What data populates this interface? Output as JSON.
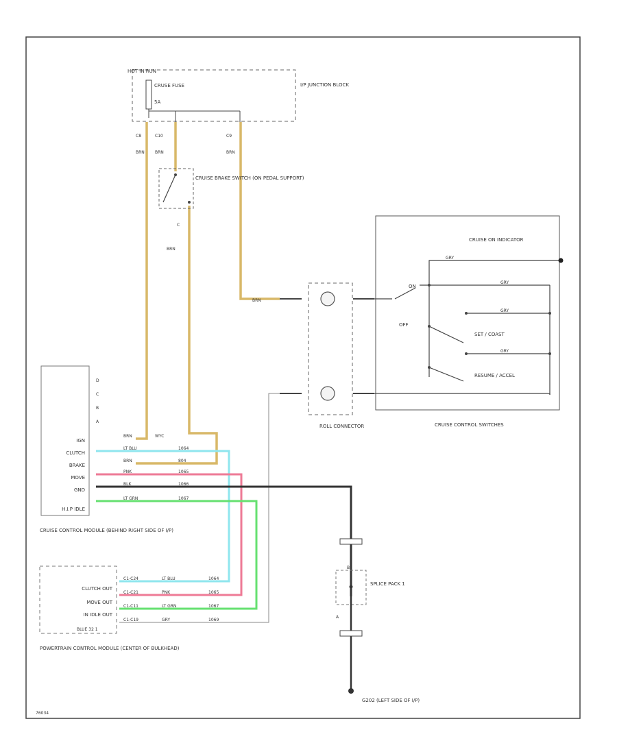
{
  "colors": {
    "tan": "#d8b868",
    "light_blue": "#8fe6ee",
    "pink": "#ee7a96",
    "green": "#66e070",
    "black": "#333333",
    "gray": "#888888"
  },
  "fuse_block": {
    "hot_label": "HOT IN RUN",
    "fuse_label": "CRUSE FUSE",
    "amp": "5A",
    "block_label": "I/P JUNCTION BLOCK",
    "terminals": [
      "C8",
      "C10",
      "C9"
    ],
    "wire_colors": [
      "BRN",
      "BRN",
      "BRN"
    ]
  },
  "brake_switch": {
    "label": "CRUISE BRAKE SWITCH (ON PEDAL SUPPORT)",
    "terminal": "C",
    "wire": "BRN"
  },
  "clockspring": {
    "label": "ROLL CONNECTOR"
  },
  "switches": {
    "indicator": "CRUISE ON INDICATOR",
    "on": "ON",
    "off": "OFF",
    "set_coast": "SET / COAST",
    "resume_accel": "RESUME / ACCEL",
    "group_label": "CRUISE CONTROL SWITCHES",
    "wire_1": "GRY",
    "wire_2": "GRY",
    "wire_3": "GRY",
    "wire_4": "GRY",
    "plug_wire": "BRN"
  },
  "module": {
    "pins": [
      "D",
      "C",
      "B",
      "A",
      "IGN",
      "CLUTCH",
      "BRAKE",
      "MOVE",
      "GND",
      "H.I.P IDLE"
    ],
    "wires": [
      {
        "color": "BRN",
        "circuit": "WYC"
      },
      {
        "color": "LT BLU",
        "circuit": "1064"
      },
      {
        "color": "BRN",
        "circuit": "804"
      },
      {
        "color": "PNK",
        "circuit": "1065"
      },
      {
        "color": "BLK",
        "circuit": "1066"
      },
      {
        "color": "LT GRN",
        "circuit": "1067"
      }
    ],
    "label": "CRUISE CONTROL MODULE (BEHIND RIGHT SIDE OF I/P)"
  },
  "pcm": {
    "rows": [
      "CLUTCH OUT",
      "MOVE OUT",
      "IN IDLE OUT",
      ""
    ],
    "pins": [
      "C1-C24",
      "C1-C21",
      "C1-C11",
      "C1-C19"
    ],
    "wires": [
      {
        "color": "LT BLU",
        "circuit": "1064"
      },
      {
        "color": "PNK",
        "circuit": "1065"
      },
      {
        "color": "LT GRN",
        "circuit": "1067"
      },
      {
        "color": "GRY",
        "circuit": "1069"
      }
    ],
    "connector": "BLUE 32 1",
    "label": "POWERTRAIN CONTROL MODULE (CENTER OF BULKHEAD)"
  },
  "splice": {
    "label": "SPLICE PACK 1",
    "pin_top": "B",
    "pin_bottom": "A"
  },
  "ground": {
    "label": "G202 (LEFT SIDE OF I/P)"
  },
  "figure_id": "76034"
}
